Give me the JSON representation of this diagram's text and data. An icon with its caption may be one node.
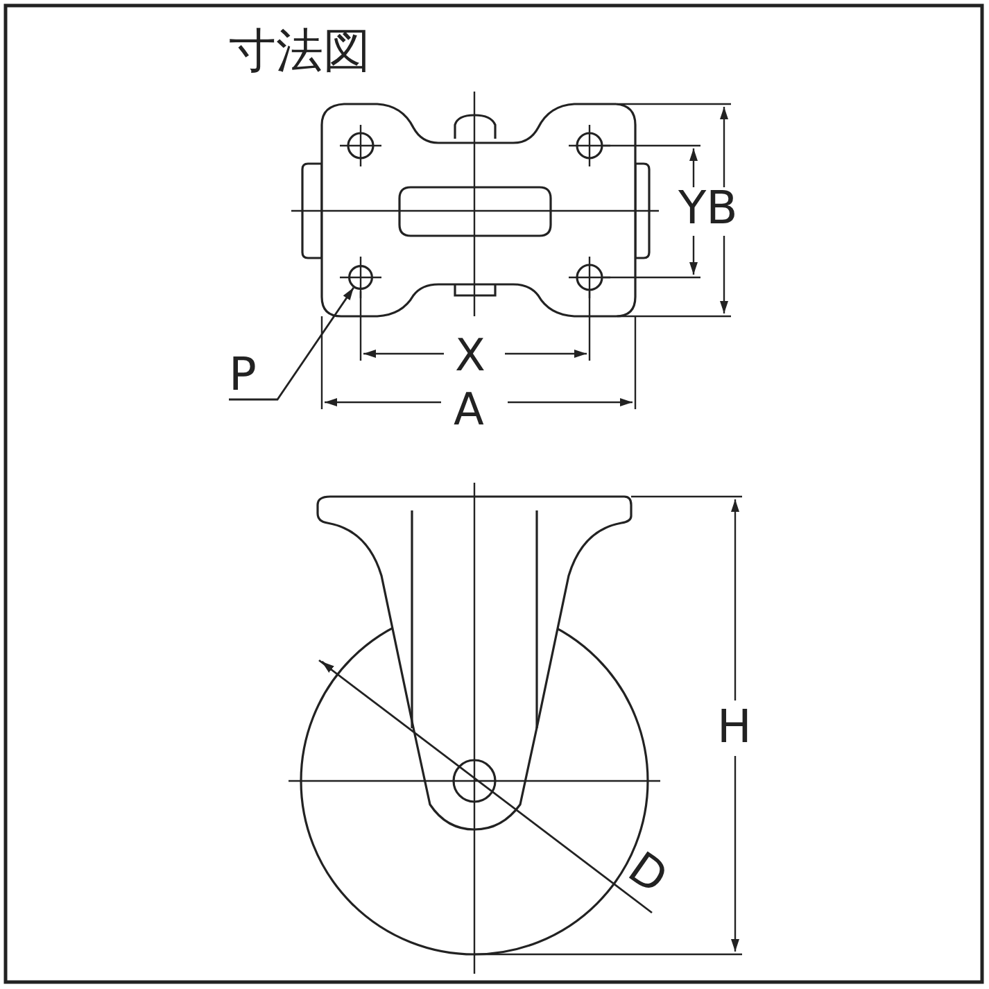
{
  "diagram": {
    "title": "寸法図",
    "nodes": [
      {
        "text": [
          "P"
        ]
      },
      {
        "text": [],
        "shape": "circle"
      }
    ],
    "edges": [
      {
        "from": 0,
        "to": 1,
        "arrow": "to"
      }
    ],
    "labels": [
      "YB",
      "X",
      "A",
      "H",
      "D"
    ]
  }
}
